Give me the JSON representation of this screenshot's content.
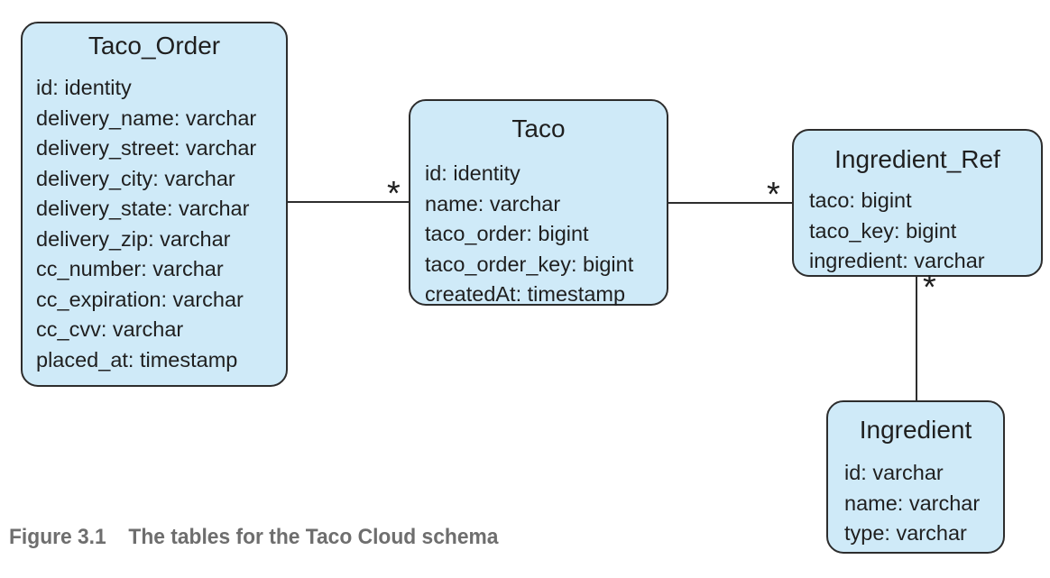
{
  "entities": [
    {
      "name": "Taco_Order",
      "fields": [
        "id: identity",
        "delivery_name: varchar",
        "delivery_street: varchar",
        "delivery_city: varchar",
        "delivery_state: varchar",
        "delivery_zip: varchar",
        "cc_number: varchar",
        "cc_expiration: varchar",
        "cc_cvv: varchar",
        "placed_at: timestamp"
      ]
    },
    {
      "name": "Taco",
      "fields": [
        "id: identity",
        "name: varchar",
        "taco_order: bigint",
        "taco_order_key: bigint",
        "createdAt: timestamp"
      ]
    },
    {
      "name": "Ingredient_Ref",
      "fields": [
        "taco: bigint",
        "taco_key: bigint",
        "ingredient: varchar"
      ]
    },
    {
      "name": "Ingredient",
      "fields": [
        "id: varchar",
        "name: varchar",
        "type: varchar"
      ]
    }
  ],
  "relations": [
    {
      "from": "Taco_Order",
      "to": "Taco",
      "multiplicity": "*"
    },
    {
      "from": "Taco",
      "to": "Ingredient_Ref",
      "multiplicity": "*"
    },
    {
      "from": "Ingredient_Ref",
      "to": "Ingredient",
      "multiplicity": "*"
    }
  ],
  "caption": {
    "label": "Figure 3.1",
    "text": "The tables for the Taco Cloud schema"
  },
  "colors": {
    "entity_fill": "#cfeaf8",
    "entity_border": "#2d2d2d",
    "text": "#1f1f1f",
    "caption": "#6e6e6e"
  }
}
